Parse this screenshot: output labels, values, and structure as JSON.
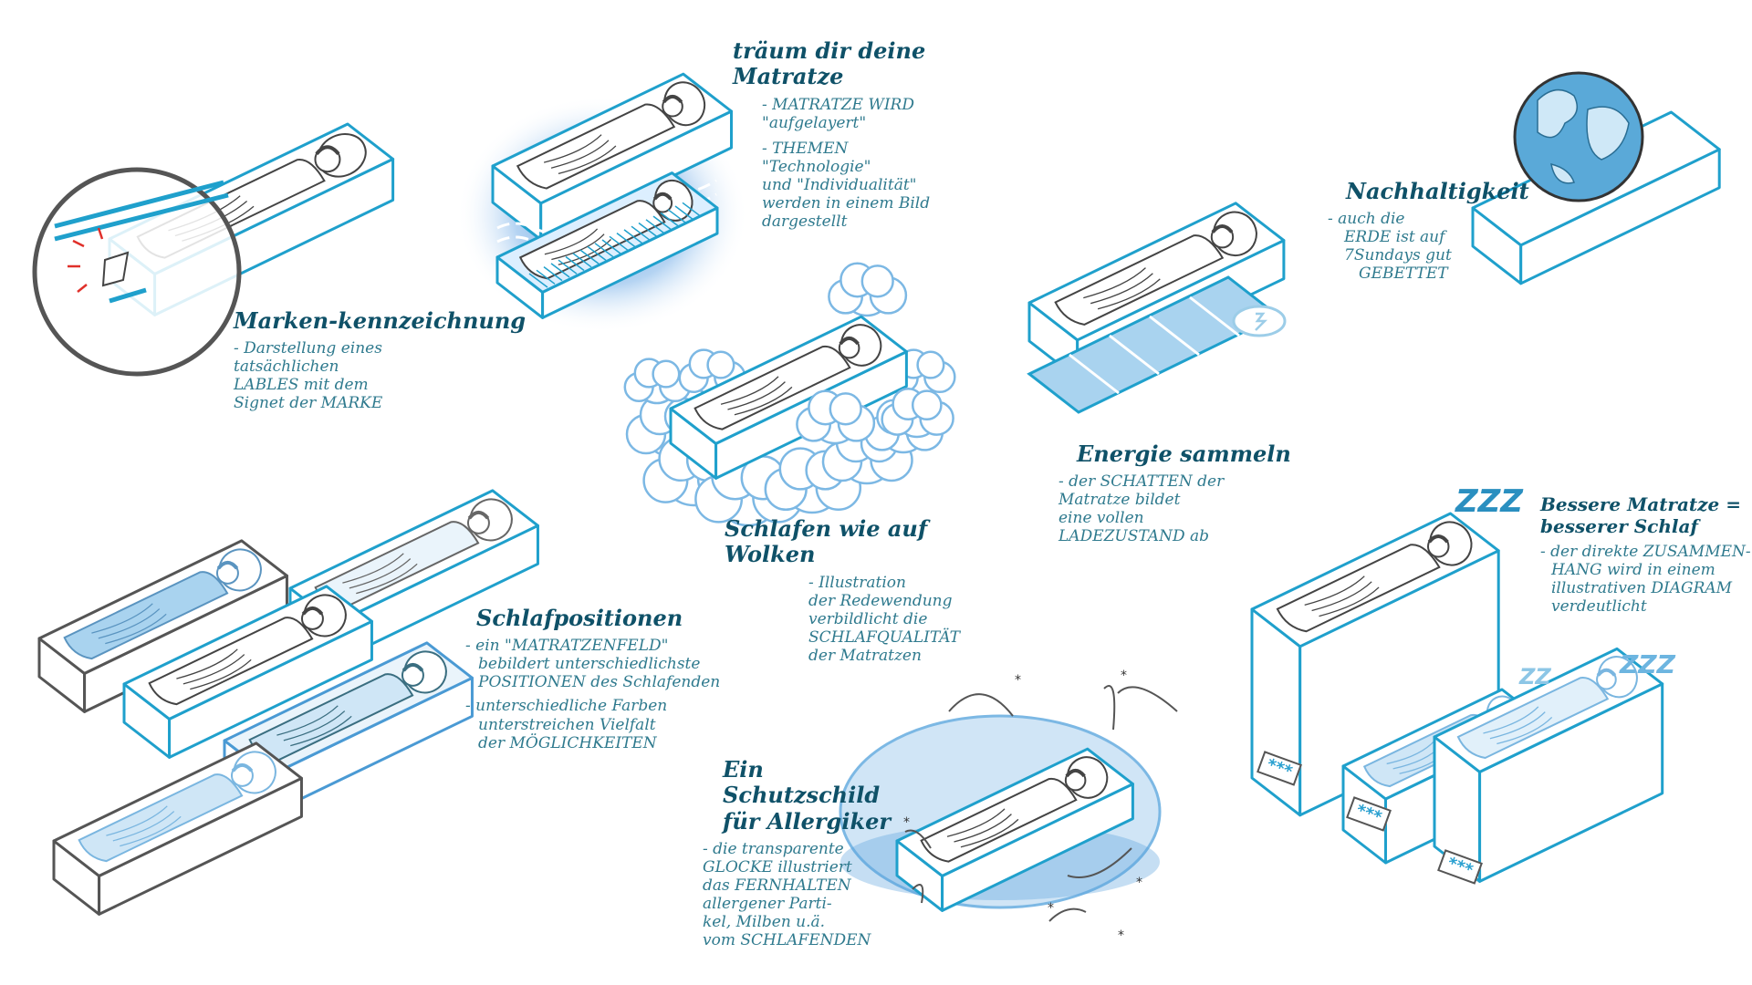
{
  "colors": {
    "mattress_stroke": "#1fa0cc",
    "sketch_gray": "#555555",
    "title_ink": "#0f5168",
    "note_ink": "#2f7a8e",
    "light_blue": "#a9d3ef",
    "glow": "#4a90d9",
    "alert_red": "#e0302a"
  },
  "notes": {
    "marke": {
      "title": "Marken-kennzeichnung",
      "lines": [
        "- Darstellung eines",
        "tatsächlichen",
        "LABLES mit dem",
        "Signet der MARKE"
      ]
    },
    "traum": {
      "title": "träum dir deine Matratze",
      "lines": [
        "- MATRATZE WIRD",
        "\"aufgelayert\"",
        "- THEMEN \"Technologie\"",
        "und \"Individualität\"",
        "werden in einem Bild",
        "dargestellt"
      ]
    },
    "wolken": {
      "title": "Schlafen wie auf Wolken",
      "lines": [
        "- Illustration",
        "der Redewendung",
        "verbildlicht die",
        "SCHLAFQUALITÄT",
        "der Matratzen"
      ]
    },
    "energie": {
      "title": "Energie sammeln",
      "lines": [
        "- der SCHATTEN der",
        "Matratze bildet",
        "eine vollen",
        "LADEZUSTAND ab"
      ]
    },
    "nachhaltig": {
      "title": "Nachhaltigkeit",
      "lines": [
        "- auch die",
        "ERDE ist auf",
        "7Sundays gut",
        "GEBETTET"
      ]
    },
    "positionen": {
      "title": "Schlafpositionen",
      "lines": [
        "- ein \"MATRATZENFELD\"",
        "bebildert unterschiedlichste",
        "POSITIONEN des Schlafenden",
        "- unterschiedliche Farben",
        "unterstreichen Vielfalt",
        "der MÖGLICHKEITEN"
      ]
    },
    "schutz": {
      "title": "Ein Schutzschild für Allergiker",
      "lines": [
        "- die transparente",
        "GLOCKE illustriert",
        "das FERNHALTEN",
        "allergener Parti-",
        "kel, Milben u.ä.",
        "vom SCHLAFENDEN"
      ]
    },
    "besser": {
      "title": "Bessere Matratze = besserer Schlaf",
      "lines": [
        "- der direkte ZUSAMMEN-",
        "HANG wird in einem",
        "illustrativen DIAGRAM",
        "verdeutlicht"
      ]
    }
  },
  "diagram": {
    "zzz": [
      "ZZZ",
      "ZZ",
      "ZZZ"
    ],
    "stars": [
      "***",
      "***",
      "***"
    ],
    "heights": [
      3,
      1,
      2
    ]
  }
}
